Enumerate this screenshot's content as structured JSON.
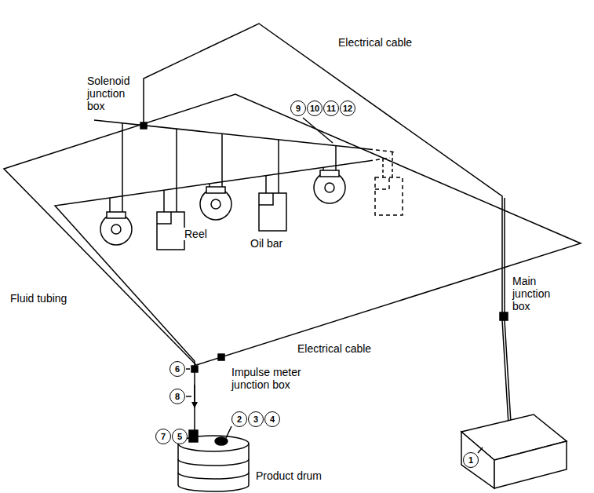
{
  "diagram": {
    "labels": [
      "Electrical cable",
      "Solenoid junction box",
      "9",
      "10",
      "11",
      "12",
      "Reel",
      "Oil bar",
      "Main junction box",
      "Fluid tubing",
      "Electrical cable",
      "Impulse meter junction box",
      "6",
      "8",
      "7",
      "5",
      "2",
      "3",
      "4",
      "1",
      "Product drum"
    ]
  }
}
